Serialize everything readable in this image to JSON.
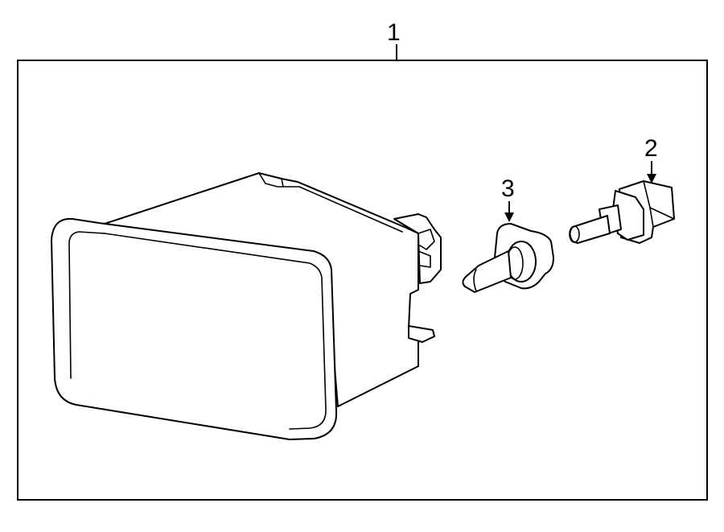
{
  "callouts": {
    "assembly": "1",
    "socket": "2",
    "bulb": "3"
  },
  "colors": {
    "line": "#000000",
    "background": "#ffffff"
  }
}
